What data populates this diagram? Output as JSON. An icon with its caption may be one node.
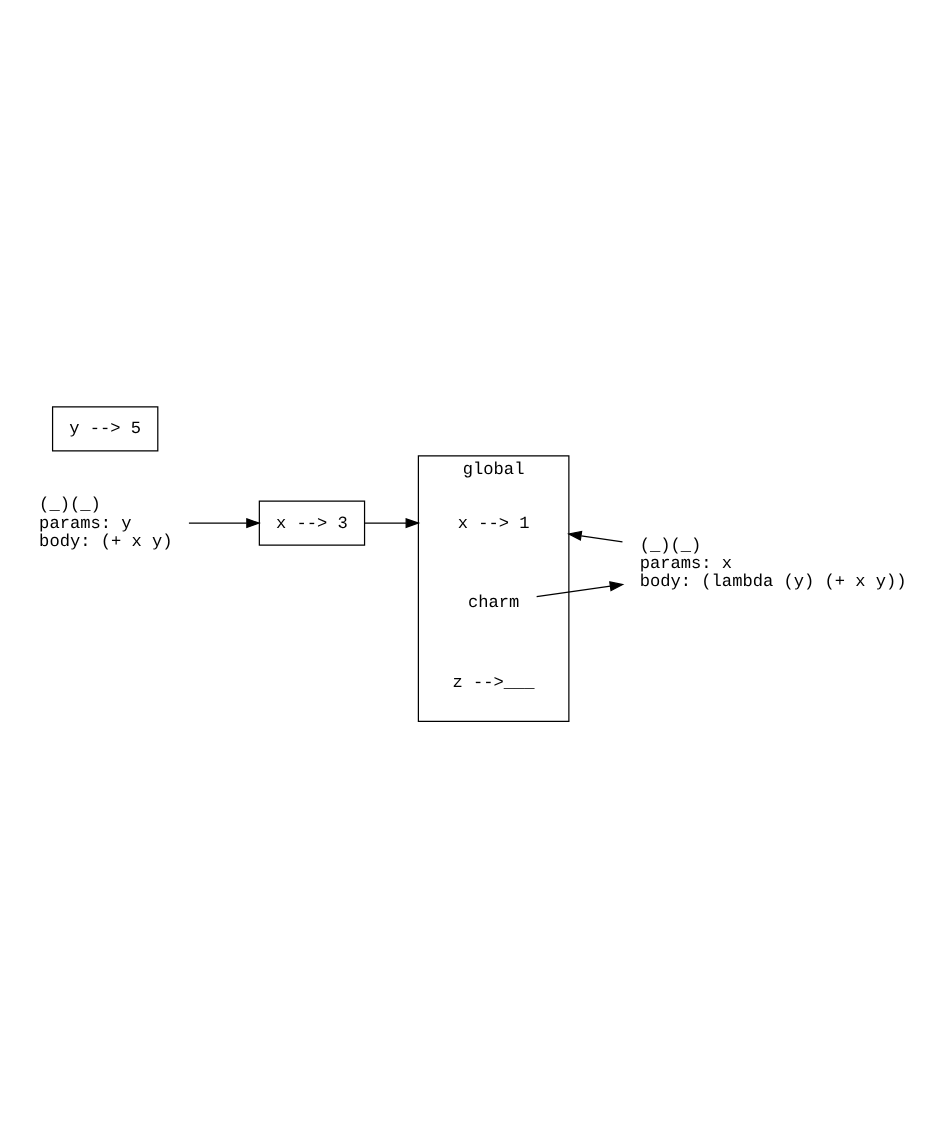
{
  "diagram": {
    "nodes": [
      {
        "text": [
          "global"
        ]
      },
      {
        "text": [
          "x --> 1"
        ],
        "in": 0
      },
      {
        "text": [
          "charm"
        ],
        "in": 0
      },
      {
        "text": [
          "z -->___"
        ],
        "in": 0
      },
      {
        "text": [
          "(_)(_)",
          "params: x",
          "body: (lambda (y) (+ x y))"
        ]
      },
      {
        "text": [
          "x --> 3"
        ]
      },
      {
        "text": [
          "(_)(_)",
          "params: y",
          "body: (+ x y)"
        ]
      },
      {
        "text": [
          "y --> 5"
        ]
      }
    ],
    "edges": [
      {
        "from": 2,
        "to": 4,
        "arrow": "to"
      },
      {
        "from": 4,
        "to": 0,
        "arrow": "to"
      },
      {
        "from": 5,
        "to": 0,
        "arrow": "to"
      },
      {
        "from": 6,
        "to": 5,
        "arrow": "to"
      }
    ]
  }
}
